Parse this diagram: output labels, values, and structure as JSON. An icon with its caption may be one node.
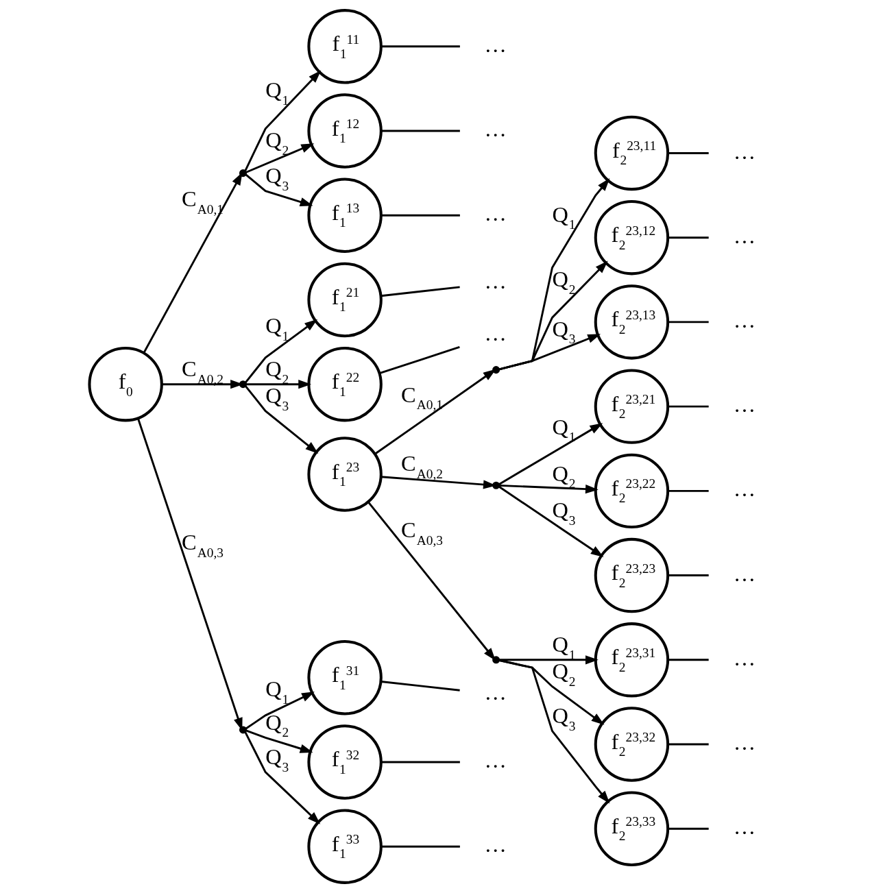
{
  "diagram": {
    "nodes": [
      {
        "text": [
          "f$_{0}$"
        ]
      },
      {
        "text": [],
        "shape": "point"
      },
      {
        "text": [
          "f$_{1}$$^{11}$"
        ]
      },
      {
        "text": [
          "f$_{1}$$^{12}$"
        ]
      },
      {
        "text": [
          "f$_{1}$$^{13}$"
        ]
      },
      {
        "text": [],
        "shape": "point"
      },
      {
        "text": [
          "f$_{1}$$^{21}$"
        ]
      },
      {
        "text": [
          "f$_{1}$$^{22}$"
        ]
      },
      {
        "text": [
          "f$_{1}$$^{23}$"
        ]
      },
      {
        "text": [],
        "shape": "point"
      },
      {
        "text": [
          "f$_{1}$$^{31}$"
        ]
      },
      {
        "text": [
          "f$_{1}$$^{32}$"
        ]
      },
      {
        "text": [
          "f$_{1}$$^{33}$"
        ]
      },
      {
        "text": [],
        "shape": "point"
      },
      {
        "text": [
          "f$_{2}$$^{23,11}$"
        ]
      },
      {
        "text": [
          "f$_{2}$$^{23,12}$"
        ]
      },
      {
        "text": [
          "f$_{2}$$^{23,13}$"
        ]
      },
      {
        "text": [],
        "shape": "point"
      },
      {
        "text": [
          "f$_{2}$$^{23,21}$"
        ]
      },
      {
        "text": [
          "f$_{2}$$^{23,22}$"
        ]
      },
      {
        "text": [
          "f$_{2}$$^{23,23}$"
        ]
      },
      {
        "text": [],
        "shape": "point"
      },
      {
        "text": [
          "f$_{2}$$^{23,31}$"
        ]
      },
      {
        "text": [
          "f$_{2}$$^{23,32}$"
        ]
      },
      {
        "text": [
          "f$_{2}$$^{23,33}$"
        ]
      },
      {
        "text": [
          "…"
        ]
      },
      {
        "text": [
          "…"
        ]
      },
      {
        "text": [
          "…"
        ]
      },
      {
        "text": [
          "…"
        ]
      },
      {
        "text": [
          "…"
        ]
      },
      {
        "text": [
          "…"
        ]
      },
      {
        "text": [
          "…"
        ]
      },
      {
        "text": [
          "…"
        ]
      },
      {
        "text": [
          "…"
        ]
      },
      {
        "text": [
          "…"
        ]
      },
      {
        "text": [
          "…"
        ]
      },
      {
        "text": [
          "…"
        ]
      },
      {
        "text": [
          "…"
        ]
      },
      {
        "text": [
          "…"
        ]
      },
      {
        "text": [
          "…"
        ]
      },
      {
        "text": [
          "…"
        ]
      },
      {
        "text": [
          "…"
        ]
      }
    ],
    "edges": [
      {
        "from": 0,
        "to": 1,
        "arrow": "to",
        "label": "C$_{A0,1}$"
      },
      {
        "from": 1,
        "to": 2,
        "arrow": "to",
        "label": "Q$_{1}$"
      },
      {
        "from": 1,
        "to": 3,
        "arrow": "to",
        "label": "Q$_{2}$"
      },
      {
        "from": 1,
        "to": 4,
        "arrow": "to",
        "label": "Q$_{3}$"
      },
      {
        "from": 0,
        "to": 5,
        "arrow": "to",
        "label": "C$_{A0,2}$"
      },
      {
        "from": 5,
        "to": 6,
        "arrow": "to",
        "label": "Q$_{1}$"
      },
      {
        "from": 5,
        "to": 7,
        "arrow": "to",
        "label": "Q$_{2}$"
      },
      {
        "from": 5,
        "to": 8,
        "arrow": "to",
        "label": "Q$_{3}$"
      },
      {
        "from": 0,
        "to": 9,
        "arrow": "to",
        "label": "C$_{A0,3}$"
      },
      {
        "from": 9,
        "to": 10,
        "arrow": "to",
        "label": "Q$_{1}$"
      },
      {
        "from": 9,
        "to": 11,
        "arrow": "to",
        "label": "Q$_{2}$"
      },
      {
        "from": 9,
        "to": 12,
        "arrow": "to",
        "label": "Q$_{3}$"
      },
      {
        "from": 8,
        "to": 13,
        "arrow": "to",
        "label": "C$_{A0,1}$"
      },
      {
        "from": 13,
        "to": 14,
        "arrow": "to",
        "label": "Q$_{1}$"
      },
      {
        "from": 13,
        "to": 15,
        "arrow": "to",
        "label": "Q$_{2}$"
      },
      {
        "from": 13,
        "to": 16,
        "arrow": "to",
        "label": "Q$_{3}$"
      },
      {
        "from": 8,
        "to": 17,
        "arrow": "to",
        "label": "C$_{A0,2}$"
      },
      {
        "from": 17,
        "to": 18,
        "arrow": "to",
        "label": "Q$_{1}$"
      },
      {
        "from": 17,
        "to": 19,
        "arrow": "to",
        "label": "Q$_{2}$"
      },
      {
        "from": 17,
        "to": 20,
        "arrow": "to",
        "label": "Q$_{3}$"
      },
      {
        "from": 8,
        "to": 21,
        "arrow": "to",
        "label": "C$_{A0,3}$"
      },
      {
        "from": 21,
        "to": 22,
        "arrow": "to",
        "label": "Q$_{1}$"
      },
      {
        "from": 21,
        "to": 23,
        "arrow": "to",
        "label": "Q$_{2}$"
      },
      {
        "from": 21,
        "to": 24,
        "arrow": "to",
        "label": "Q$_{3}$"
      },
      {
        "from": 2,
        "to": 25,
        "arrow": "none"
      },
      {
        "from": 3,
        "to": 26,
        "arrow": "none"
      },
      {
        "from": 4,
        "to": 27,
        "arrow": "none"
      },
      {
        "from": 6,
        "to": 28,
        "arrow": "none"
      },
      {
        "from": 7,
        "to": 29,
        "arrow": "none"
      },
      {
        "from": 10,
        "to": 30,
        "arrow": "none"
      },
      {
        "from": 11,
        "to": 31,
        "arrow": "none"
      },
      {
        "from": 12,
        "to": 32,
        "arrow": "none"
      },
      {
        "from": 14,
        "to": 33,
        "arrow": "none"
      },
      {
        "from": 15,
        "to": 34,
        "arrow": "none"
      },
      {
        "from": 16,
        "to": 35,
        "arrow": "none"
      },
      {
        "from": 18,
        "to": 36,
        "arrow": "none"
      },
      {
        "from": 19,
        "to": 37,
        "arrow": "none"
      },
      {
        "from": 20,
        "to": 38,
        "arrow": "none"
      },
      {
        "from": 22,
        "to": 39,
        "arrow": "none"
      },
      {
        "from": 23,
        "to": 40,
        "arrow": "none"
      },
      {
        "from": 24,
        "to": 41,
        "arrow": "none"
      }
    ]
  }
}
